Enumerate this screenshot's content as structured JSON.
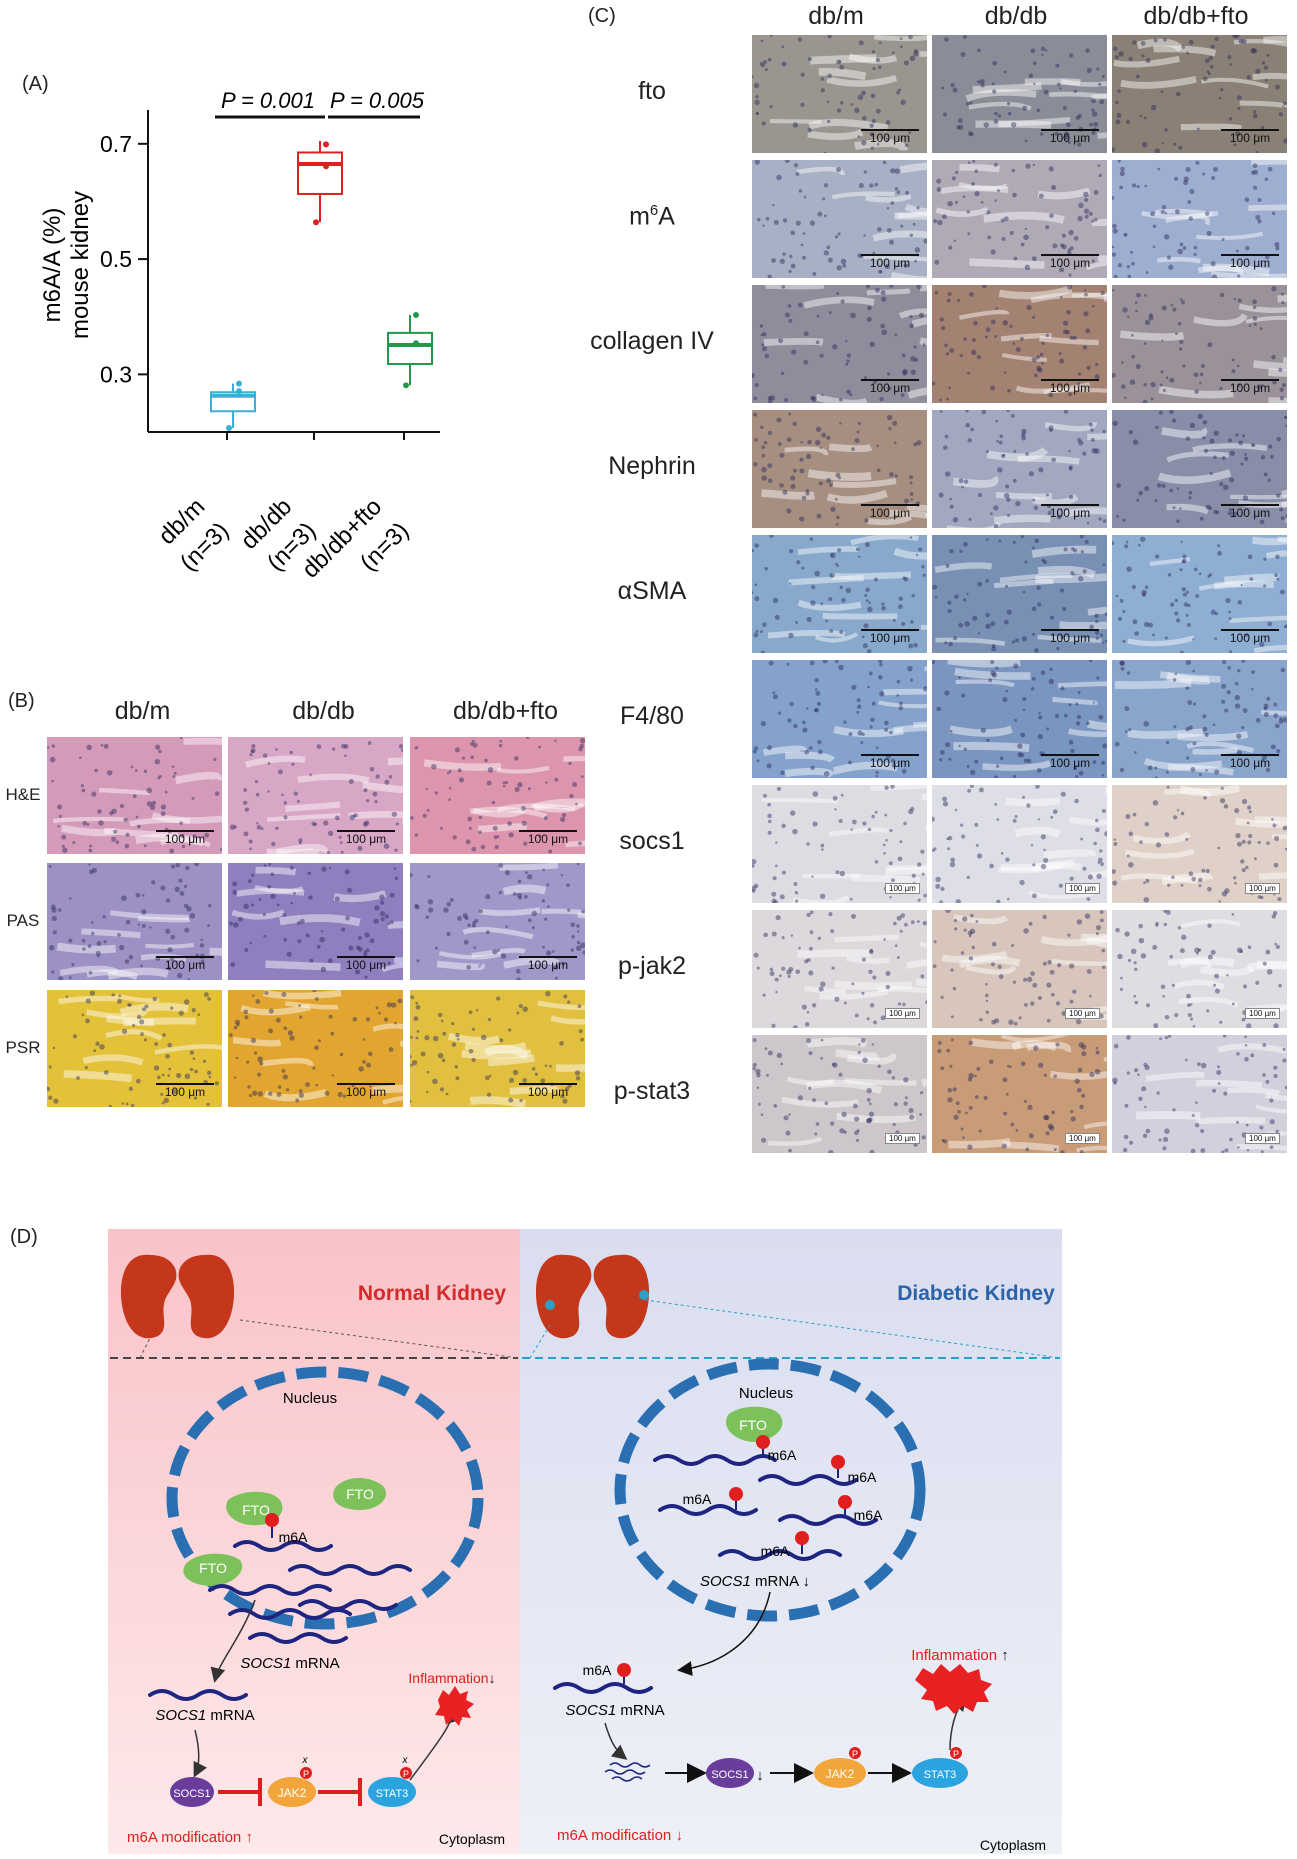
{
  "panel_a": {
    "label": "(A)",
    "ylabel_line1": "m6A/A (%)",
    "ylabel_line2": "mouse kidney",
    "yticks": [
      "0.3",
      "0.5",
      "0.7"
    ],
    "p1": "P = 0.001",
    "p2": "P = 0.005",
    "chart_data": {
      "type": "box",
      "categories": [
        "db/m (n=3)",
        "db/db (n=3)",
        "db/db+fto (n=3)"
      ],
      "ylim": [
        0.2,
        0.75
      ],
      "series": [
        {
          "category": "db/m (n=3)",
          "min": 0.207,
          "q1": 0.236,
          "median": 0.263,
          "q3": 0.269,
          "max": 0.284,
          "points": [
            0.207,
            0.271,
            0.284
          ],
          "color": "#3ab0d8"
        },
        {
          "category": "db/db (n=3)",
          "min": 0.564,
          "q1": 0.613,
          "median": 0.665,
          "q3": 0.685,
          "max": 0.705,
          "points": [
            0.564,
            0.661,
            0.699
          ],
          "color": "#e02020"
        },
        {
          "category": "db/db+fto (n=3)",
          "min": 0.281,
          "q1": 0.318,
          "median": 0.351,
          "q3": 0.372,
          "max": 0.403,
          "points": [
            0.281,
            0.354,
            0.403
          ],
          "color": "#22994a"
        }
      ]
    },
    "xlabels": [
      {
        "l1": "db/m",
        "l2": "(n=3)"
      },
      {
        "l1": "db/db",
        "l2": "(n=3)"
      },
      {
        "l1": "db/db+fto",
        "l2": "(n=3)"
      }
    ]
  },
  "panel_b": {
    "label": "(B)",
    "columns": [
      "db/m",
      "db/db",
      "db/db+fto"
    ],
    "rows": [
      {
        "name": "H&E",
        "colors": [
          "#d49aba",
          "#d9a7c6",
          "#dd95ad"
        ]
      },
      {
        "name": "PAS",
        "colors": [
          "#9d90c4",
          "#8f7fbf",
          "#a197c9"
        ]
      },
      {
        "name": "PSR",
        "colors": [
          "#e3c23a",
          "#e2a630",
          "#e2c03f"
        ]
      }
    ],
    "scale": "100 μm"
  },
  "panel_c": {
    "label": "(C)",
    "columns": [
      "db/m",
      "db/db",
      "db/db+fto"
    ],
    "rows": [
      {
        "name": "fto",
        "colors": [
          "#9a958f",
          "#8a8d97",
          "#8a8075"
        ]
      },
      {
        "name": "m6A",
        "colors": [
          "#a7b0c4",
          "#b0a9b6",
          "#9eaed0"
        ]
      },
      {
        "name": "collagen IV",
        "colors": [
          "#8f8c9c",
          "#a48272",
          "#9a9298"
        ]
      },
      {
        "name": "Nephrin",
        "colors": [
          "#a68f80",
          "#a1a8c0",
          "#888da8"
        ]
      },
      {
        "name": "αSMA",
        "colors": [
          "#88a8cc",
          "#7890b4",
          "#8eaed4"
        ]
      },
      {
        "name": "F4/80",
        "colors": [
          "#84a2cc",
          "#7a96c0",
          "#89a5cc"
        ]
      },
      {
        "name": "socs1",
        "colors": [
          "#dcdce2",
          "#dedfe6",
          "#e0d1c8"
        ]
      },
      {
        "name": "p-jak2",
        "colors": [
          "#dcd8dc",
          "#d8c6bc",
          "#dfdde2"
        ]
      },
      {
        "name": "p-stat3",
        "colors": [
          "#cdc6ca",
          "#c99c78",
          "#d2d0dc"
        ]
      }
    ],
    "scale": "100 μm",
    "scale_small": "100 µm"
  },
  "panel_d": {
    "label": "(D)",
    "normal_title": "Normal Kidney",
    "diabetic_title": "Diabetic Kidney",
    "nucleus": "Nucleus",
    "fto": "FTO",
    "m6a": "m6A",
    "socs1_mrna_gene": "SOCS1",
    "mrna": "mRNA",
    "socs1": "SOCS1",
    "jak2": "JAK2",
    "stat3": "STAT3",
    "p": "P",
    "x": "x",
    "inflammation": "Inflammation",
    "down_arrow": "↓",
    "up_arrow": "↑",
    "m6a_mod": "m6A modification",
    "cytoplasm": "Cytoplasm",
    "colors": {
      "normal_bg": "#f9c9cd",
      "diabetic_bg": "#dfe3f1",
      "title_red": "#d42a2a",
      "title_blue": "#2c62a8",
      "kidney": "#c4371b",
      "mrna": "#1d2580",
      "fto_green": "#7dc15a",
      "nucleus_dash": "#2a6fb2",
      "socs1_purple": "#6a3c9c",
      "jak2_orange": "#f2a53a",
      "stat3_blue": "#2ba3de"
    }
  }
}
